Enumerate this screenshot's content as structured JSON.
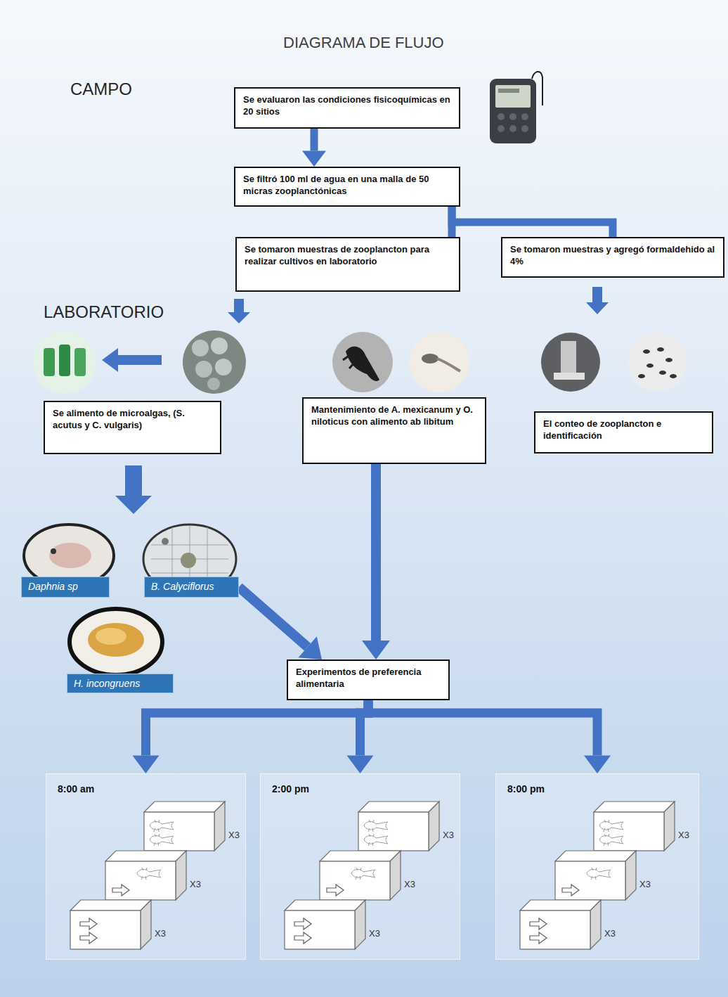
{
  "diagram": {
    "title": "DIAGRAMA DE FLUJO",
    "nodes": [
      {
        "text": [
          "Se evaluaron las condiciones fisicoquímicas en 20 sitios"
        ]
      },
      {
        "text": [
          "Se filtró 100 ml de agua en una malla de 50 micras zooplanctónicas"
        ]
      },
      {
        "text": [
          "Se tomaron muestras de zooplancton para realizar cultivos en laboratorio"
        ]
      },
      {
        "text": [
          "Se tomaron muestras y agregó formaldehido al 4%"
        ]
      },
      {
        "text": [
          "Se alimento de microalgas, (S. acutus y C. vulgaris)"
        ]
      },
      {
        "text": [
          "Mantenimiento de A. mexicanum y O. niloticus con alimento ab libitum"
        ]
      },
      {
        "text": [
          "El conteo de zooplancton e identificación"
        ]
      },
      {
        "text": [
          "Daphnia sp"
        ]
      },
      {
        "text": [
          "B. Calyciflorus"
        ]
      },
      {
        "text": [
          "H. incongruens"
        ]
      },
      {
        "text": [
          "Experimentos de preferencia alimentaria"
        ]
      },
      {
        "text": [
          "8:00 am"
        ]
      },
      {
        "text": [
          "2:00 pm"
        ]
      },
      {
        "text": [
          "8:00 pm"
        ]
      }
    ],
    "edges": [
      {
        "from": 0,
        "to": 1,
        "arrow": "to"
      },
      {
        "from": 1,
        "to": 2,
        "arrow": "none"
      },
      {
        "from": 1,
        "to": 3,
        "arrow": "none"
      },
      {
        "from": 8,
        "to": 10,
        "arrow": "to"
      },
      {
        "from": 5,
        "to": 10,
        "arrow": "to"
      },
      {
        "from": 10,
        "to": 11,
        "arrow": "to"
      },
      {
        "from": 10,
        "to": 12,
        "arrow": "to"
      },
      {
        "from": 10,
        "to": 13,
        "arrow": "to"
      }
    ],
    "labels": [
      "CAMPO",
      "LABORATORIO",
      "X3",
      "X3",
      "X3",
      "X3",
      "X3",
      "X3",
      "X3",
      "X3",
      "X3"
    ]
  }
}
